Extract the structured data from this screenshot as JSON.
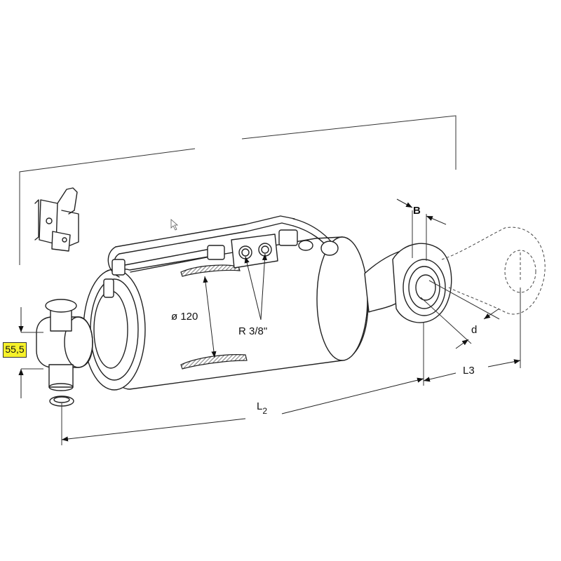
{
  "labels": {
    "diameter": "ø 120",
    "thread": "R 3/8\"",
    "length_l2_main": "L",
    "length_l2_sub": "2",
    "length_l3": "L3",
    "width_b": "B",
    "pin_d": "d"
  },
  "badge": {
    "value": "55,5",
    "color": "#f7f22a"
  },
  "watermark": {
    "colors": [
      "#a8d8b0",
      "#f3e08a"
    ]
  }
}
